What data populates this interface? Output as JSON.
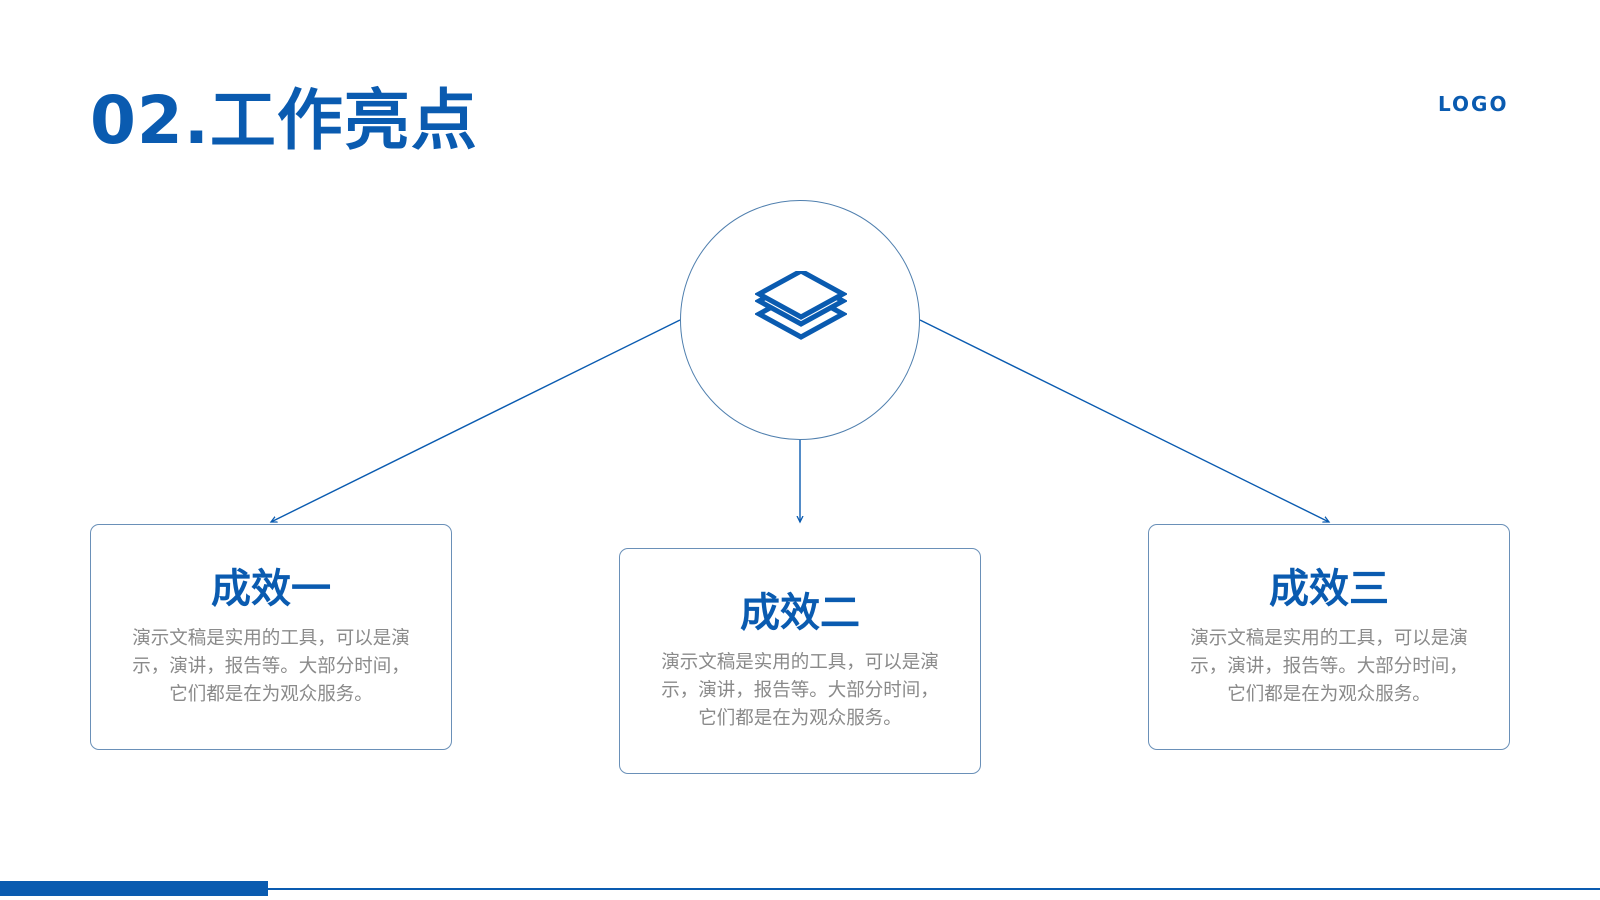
{
  "header": {
    "title": "02.工作亮点",
    "logo": "LOGO"
  },
  "hub": {
    "icon": "layers-icon"
  },
  "cards": [
    {
      "title": "成效一",
      "text": "演示文稿是实用的工具，可以是演示，演讲，报告等。大部分时间，它们都是在为观众服务。"
    },
    {
      "title": "成效二",
      "text": "演示文稿是实用的工具，可以是演示，演讲，报告等。大部分时间，它们都是在为观众服务。"
    },
    {
      "title": "成效三",
      "text": "演示文稿是实用的工具，可以是演示，演讲，报告等。大部分时间，它们都是在为观众服务。"
    }
  ],
  "colors": {
    "primary": "#0a5bb0",
    "body_text": "#8a8a8a",
    "border": "#6a90b8"
  }
}
